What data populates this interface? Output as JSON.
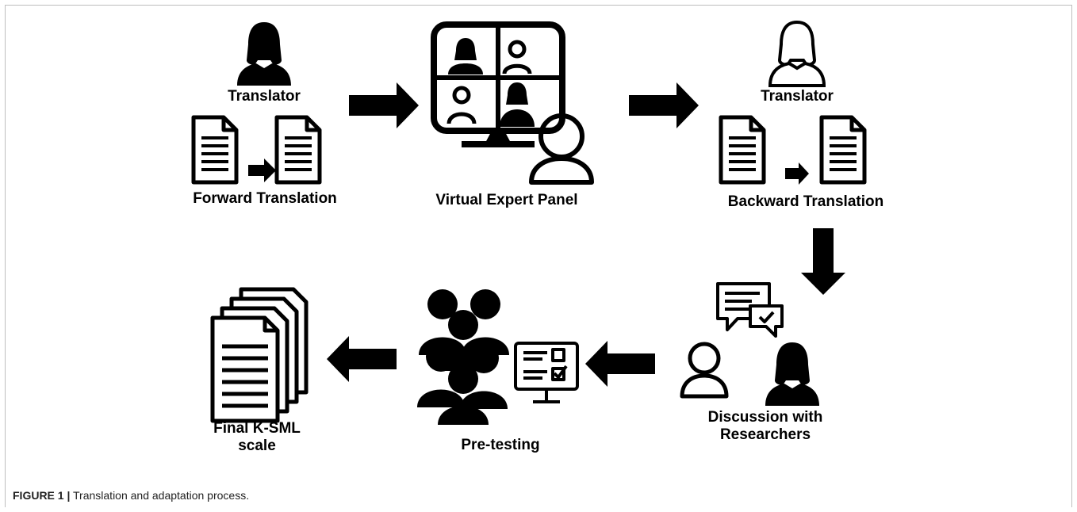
{
  "diagram": {
    "forward": {
      "role": "Translator",
      "label": "Forward Translation"
    },
    "panel": {
      "label": "Virtual Expert Panel"
    },
    "backward": {
      "role": "Translator",
      "label": "Backward Translation"
    },
    "discussion": {
      "label": "Discussion with Researchers"
    },
    "pretesting": {
      "label": "Pre-testing"
    },
    "final": {
      "label": "Final K-SML scale"
    }
  },
  "caption": {
    "figure": "FIGURE 1 |",
    "text": "Translation and adaptation process."
  }
}
